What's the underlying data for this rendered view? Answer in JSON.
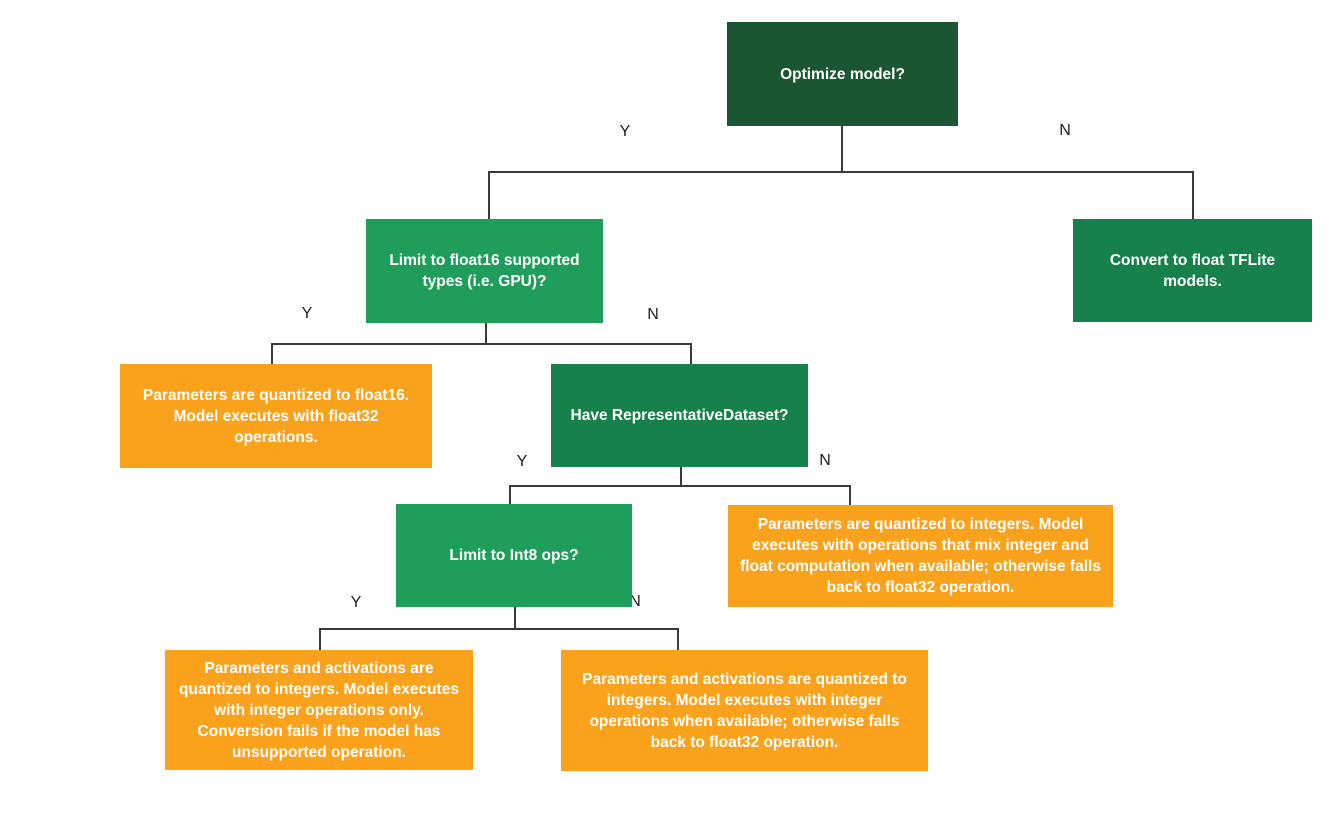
{
  "diagram": {
    "title": "TFLite model optimization decision tree",
    "nodes": {
      "optimize": {
        "label": "Optimize model?",
        "type": "decision"
      },
      "float16_question": {
        "label": "Limit to float16 supported types (i.e. GPU)?",
        "type": "decision"
      },
      "convert_float": {
        "label": "Convert to float TFLite models.",
        "type": "action"
      },
      "float16_result": {
        "label": "Parameters are quantized to float16. Model executes with float32 operations.",
        "type": "result"
      },
      "rep_dataset": {
        "label": "Have RepresentativeDataset?",
        "type": "decision"
      },
      "int8_question": {
        "label": "Limit to Int8 ops?",
        "type": "decision"
      },
      "mixed_result": {
        "label": "Parameters are quantized to integers. Model executes with operations that mix integer and float computation when available; otherwise falls back to float32 operation.",
        "type": "result"
      },
      "int8_only_result": {
        "label": "Parameters and activations are quantized to integers. Model executes with integer operations only. Conversion fails if the model has unsupported operation.",
        "type": "result"
      },
      "int8_fallback_result": {
        "label": "Parameters and activations are quantized to integers. Model executes with integer operations when available; otherwise falls back to float32 operation.",
        "type": "result"
      }
    },
    "branch_labels": {
      "optimize_yes": "Y",
      "optimize_no": "N",
      "float16_yes": "Y",
      "float16_no": "N",
      "repdataset_yes": "Y",
      "repdataset_no": "N",
      "int8_yes": "Y",
      "int8_no": "N"
    },
    "colors": {
      "dark_green": "#1A5632",
      "green": "#17814B",
      "mid_green": "#1E9E5A",
      "orange": "#FAA21B",
      "line": "#3A3A3A",
      "box_text": "#FFFFFF",
      "label_text": "#1E1E1E"
    }
  }
}
